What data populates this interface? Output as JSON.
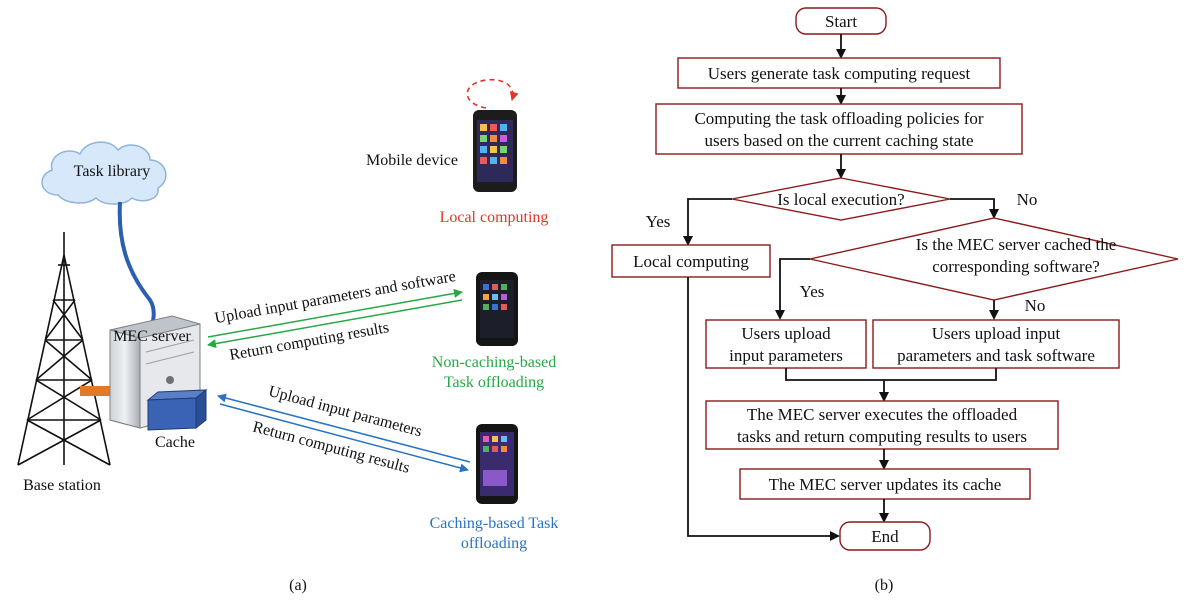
{
  "panel_a": {
    "caption": "(a)",
    "task_library": "Task library",
    "mec_server": "MEC server",
    "cache": "Cache",
    "base_station": "Base station",
    "mobile_device": "Mobile device",
    "local_computing": "Local computing",
    "upload_params_software": "Upload input parameters and software",
    "return_results_1": "Return computing results",
    "non_caching_line1": "Non-caching-based",
    "non_caching_line2": "Task offloading",
    "upload_params": "Upload input parameters",
    "return_results_2": "Return computing results",
    "caching_line1": "Caching-based Task",
    "caching_line2": "offloading",
    "colors": {
      "local": "#e0362c",
      "non_caching": "#27a844",
      "caching": "#2a73c4",
      "cloud": "#cfe3f7",
      "cable": "#2b5fb0"
    }
  },
  "panel_b": {
    "caption": "(b)",
    "start": "Start",
    "step1": "Users generate task computing request",
    "step2_line1": "Computing the task offloading policies for",
    "step2_line2": "users based on the current caching state",
    "decision1": "Is local execution?",
    "yes1": "Yes",
    "no1": "No",
    "local_computing": "Local computing",
    "decision2_line1": "Is the MEC server cached the",
    "decision2_line2": "corresponding software?",
    "yes2": "Yes",
    "no2": "No",
    "upload_a_line1": "Users upload",
    "upload_a_line2": "input parameters",
    "upload_b_line1": "Users upload input",
    "upload_b_line2": "parameters and task software",
    "execute_line1": "The MEC server executes the offloaded",
    "execute_line2": "tasks and return computing results to users",
    "update": "The MEC server updates its cache",
    "end": "End"
  }
}
